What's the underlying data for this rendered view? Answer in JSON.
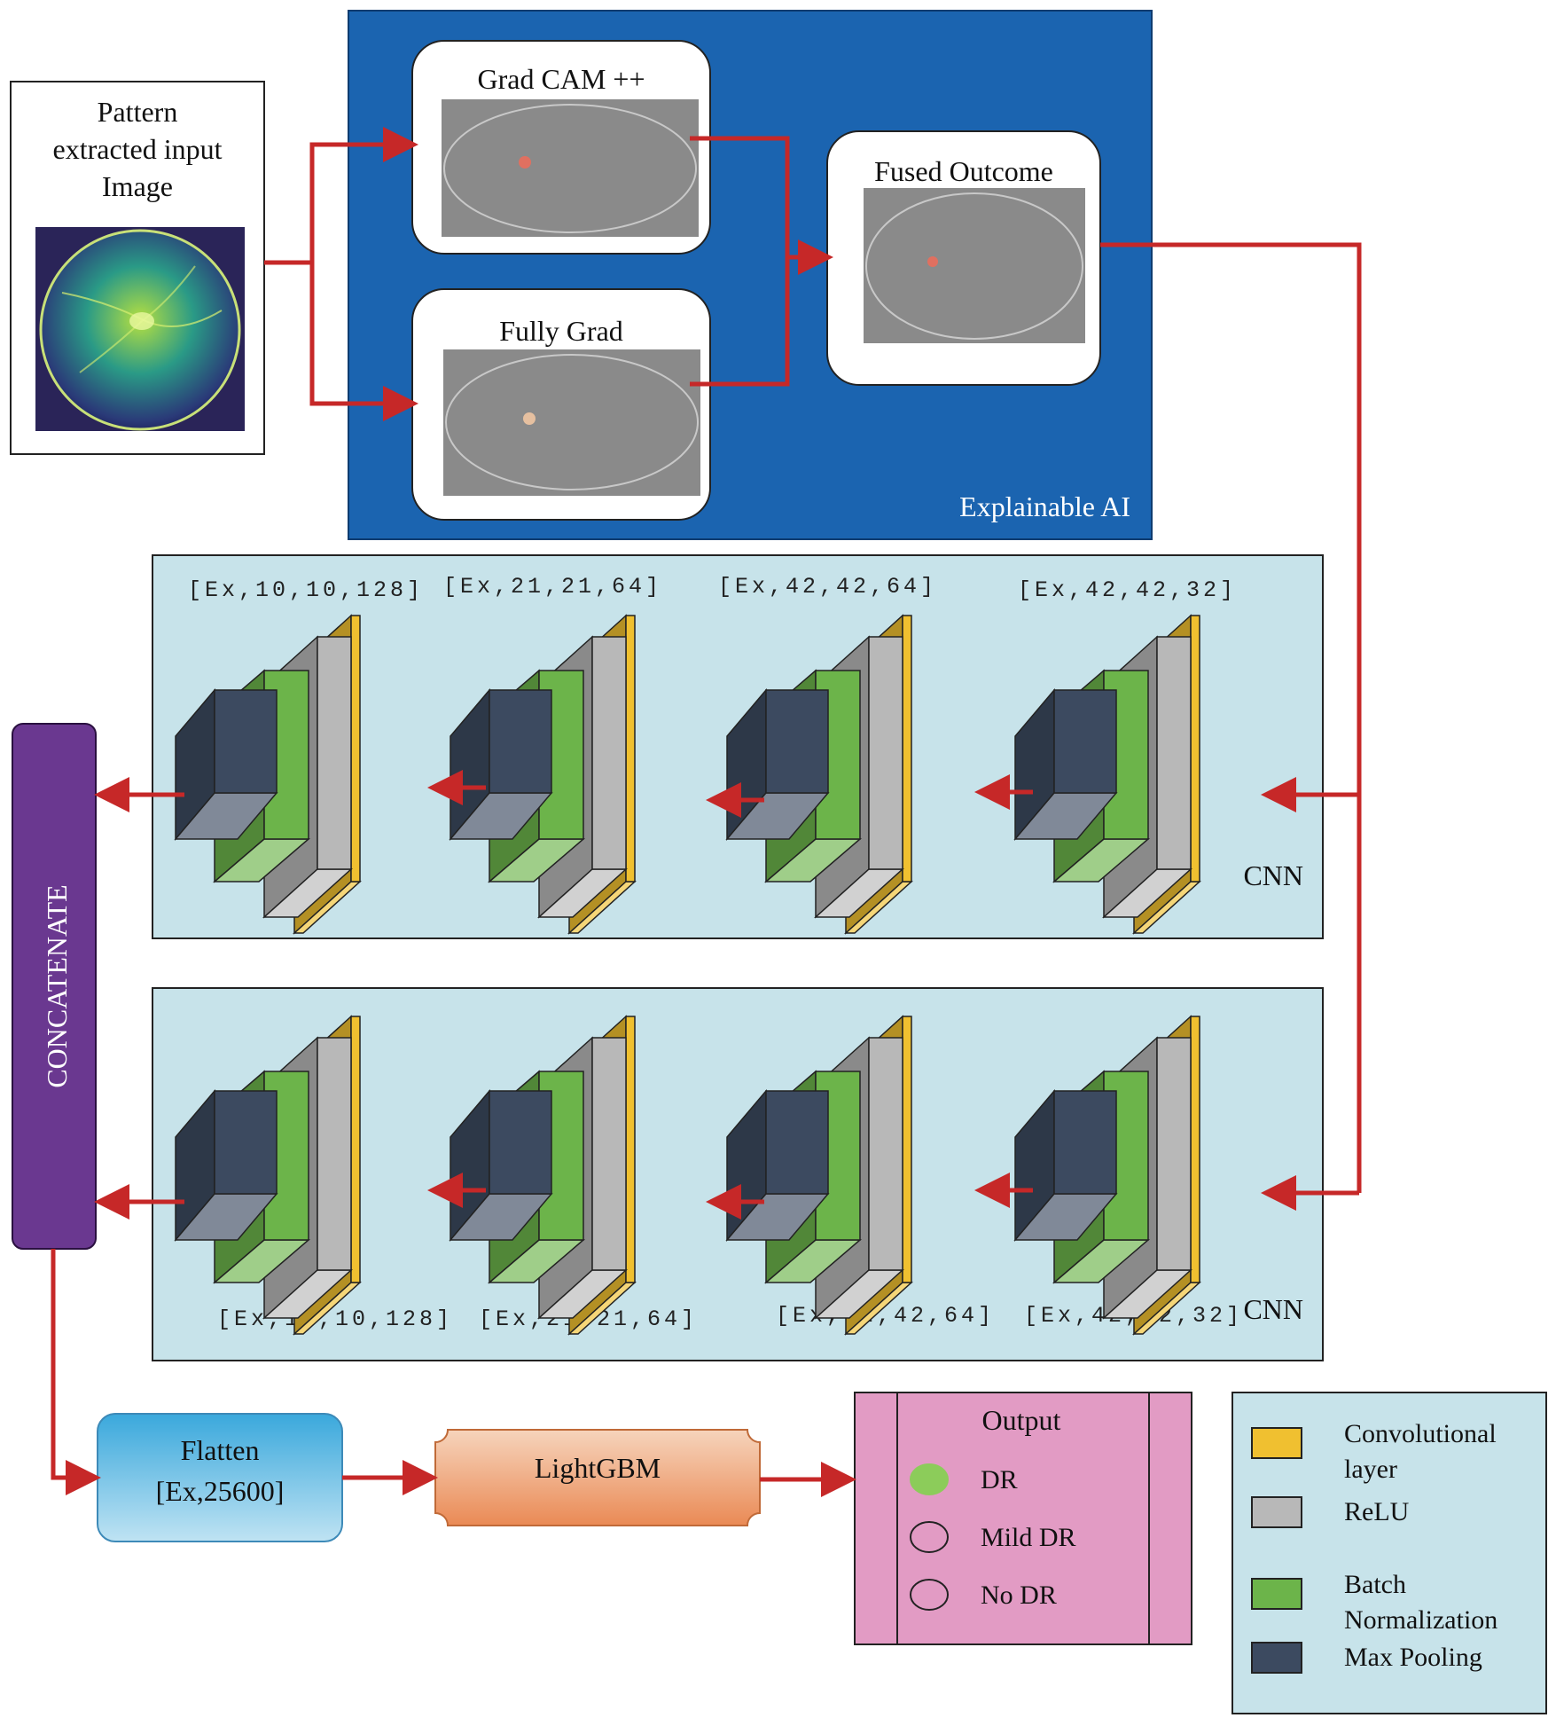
{
  "input": {
    "title_lines": [
      "Pattern",
      "extracted input",
      "Image"
    ]
  },
  "xai": {
    "label": "Explainable AI",
    "gradcam": "Grad CAM ++",
    "fullygrad": "Fully Grad",
    "fused": "Fused Outcome"
  },
  "cnn_top": {
    "label": "CNN",
    "shapes": [
      "[Ex,10,10,128]",
      "[Ex,21,21,64]",
      "[Ex,42,42,64]",
      "[Ex,42,42,32]"
    ]
  },
  "cnn_bottom": {
    "label": "CNN",
    "shapes": [
      "[Ex,10,10,128]",
      "[Ex,21,21,64]",
      "[Ex,42,42,64]",
      "[Ex,42,42,32]"
    ]
  },
  "concatenate": "CONCATENATE",
  "flatten": {
    "title": "Flatten",
    "shape": "[Ex,25600]"
  },
  "lightgbm": "LightGBM",
  "output": {
    "title": "Output",
    "classes": [
      {
        "label": "DR",
        "selected": true
      },
      {
        "label": "Mild DR",
        "selected": false
      },
      {
        "label": "No DR",
        "selected": false
      }
    ]
  },
  "legend": [
    {
      "lines": [
        "Convolutional",
        "layer"
      ],
      "color": "#f0c030",
      "icon": "conv-swatch-icon"
    },
    {
      "lines": [
        "ReLU"
      ],
      "color": "#b8b8b8",
      "icon": "relu-swatch-icon"
    },
    {
      "lines": [
        "Batch",
        "Normalization"
      ],
      "color": "#6cb44a",
      "icon": "batchnorm-swatch-icon"
    },
    {
      "lines": [
        "Max Pooling"
      ],
      "color": "#3c4a60",
      "icon": "maxpool-swatch-icon"
    }
  ],
  "colors": {
    "arrow": "#c62828",
    "xai_bg": "#1b64b0",
    "cnn_bg": "#c7e3ea",
    "output_bg": "#e29bc4",
    "concat_bg": "#6a3890",
    "flatten_bg": "#58b4e0",
    "lightgbm_bg": "#f0a878"
  }
}
